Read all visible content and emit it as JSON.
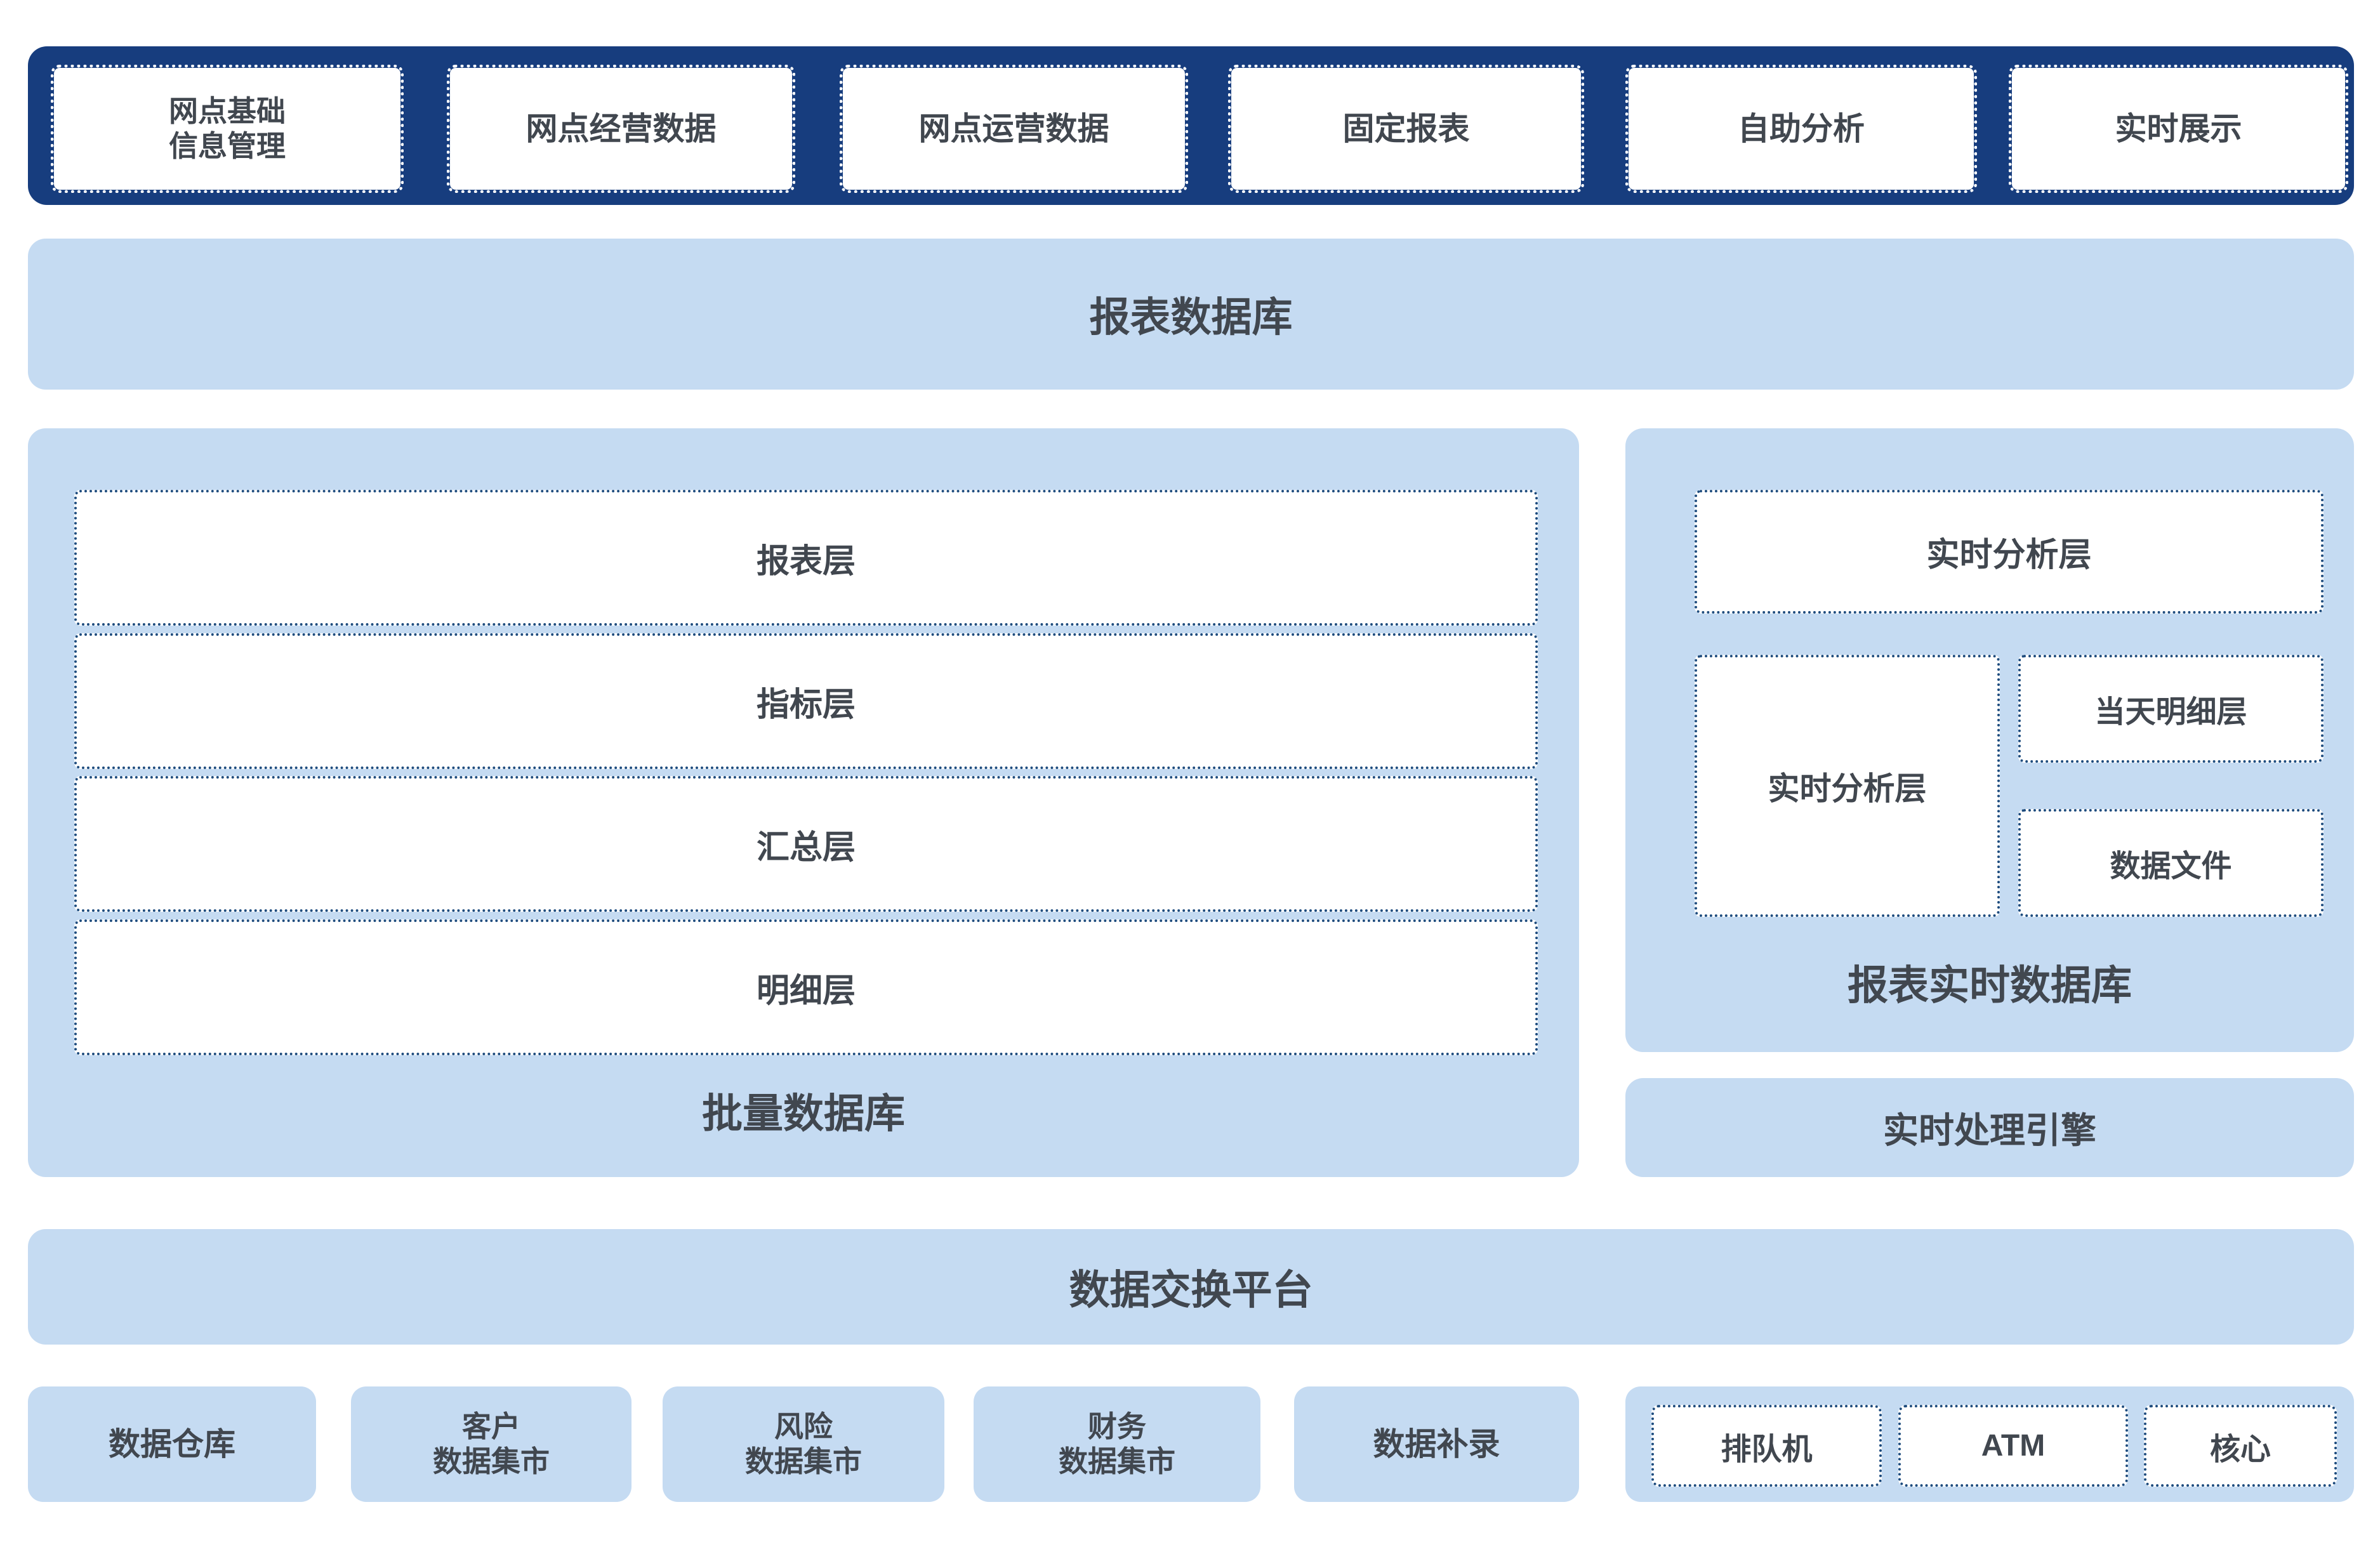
{
  "colors": {
    "navy": "#173D7E",
    "light_blue": "#C5DBF2",
    "text": "#41474F",
    "dotted_border": "#1E4C7E",
    "box_fill": "#FFFFFF"
  },
  "app_layer": {
    "items": [
      {
        "label": "网点基础\n信息管理"
      },
      {
        "label": "网点经营数据"
      },
      {
        "label": "网点运营数据"
      },
      {
        "label": "固定报表"
      },
      {
        "label": "自助分析"
      },
      {
        "label": "实时展示"
      }
    ]
  },
  "report_db": {
    "label": "报表数据库"
  },
  "batch_db": {
    "layers": [
      {
        "label": "报表层"
      },
      {
        "label": "指标层"
      },
      {
        "label": "汇总层"
      },
      {
        "label": "明细层"
      }
    ],
    "label": "批量数据库"
  },
  "realtime_db": {
    "top_layer": "实时分析层",
    "left_layer": "实时分析层",
    "today_detail": "当天明细层",
    "data_file": "数据文件",
    "label": "报表实时数据库"
  },
  "realtime_engine": {
    "label": "实时处理引擎"
  },
  "data_exchange": {
    "label": "数据交换平台"
  },
  "sources": {
    "items": [
      {
        "label": "数据仓库"
      },
      {
        "label": "客户\n数据集市"
      },
      {
        "label": "风险\n数据集市"
      },
      {
        "label": "财务\n数据集市"
      },
      {
        "label": "数据补录"
      }
    ]
  },
  "channels": {
    "items": [
      {
        "label": "排队机"
      },
      {
        "label": "ATM"
      },
      {
        "label": "核心"
      }
    ]
  }
}
